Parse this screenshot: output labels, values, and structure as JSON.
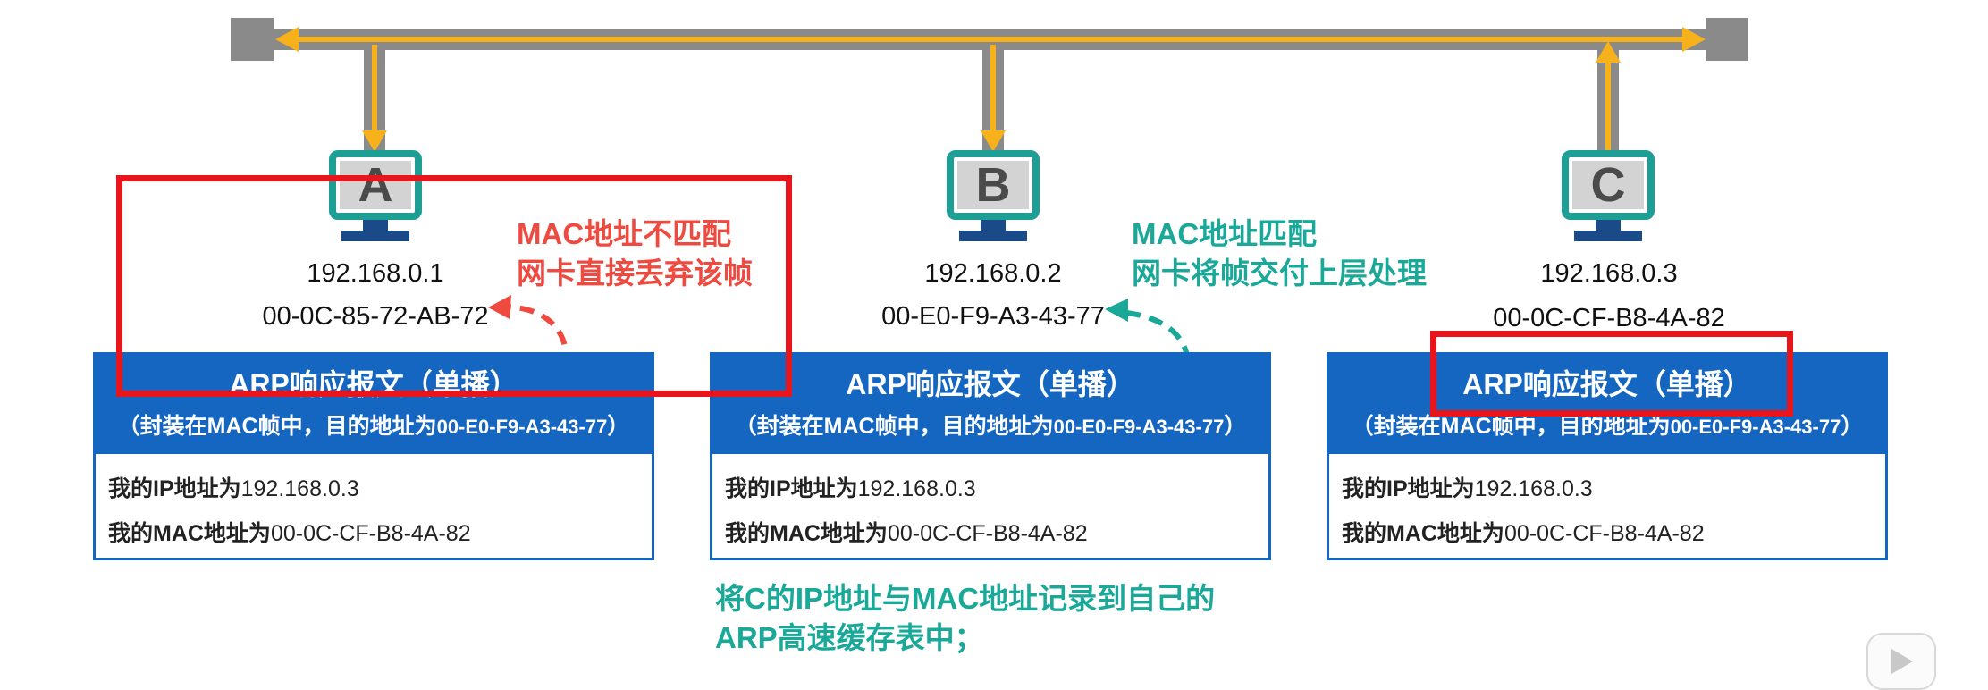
{
  "colors": {
    "bus": "#8a8a8a",
    "signal": "#f7b21b",
    "box_blue": "#1566c0",
    "highlight_red": "#e8151d",
    "reject_red": "#ee4a40",
    "accept_teal": "#1aa898"
  },
  "hosts": [
    {
      "letter": "A",
      "ip": "192.168.0.1",
      "mac": "00-0C-85-72-AB-72"
    },
    {
      "letter": "B",
      "ip": "192.168.0.2",
      "mac": "00-E0-F9-A3-43-77"
    },
    {
      "letter": "C",
      "ip": "192.168.0.3",
      "mac": "00-0C-CF-B8-4A-82"
    }
  ],
  "notes": {
    "a_line1": "MAC地址不匹配",
    "a_line2": "网卡直接丢弃该帧",
    "b_line1": "MAC地址匹配",
    "b_line2": "网卡将帧交付上层处理",
    "bottom_line1": "将C的IP地址与MAC地址记录到自己的",
    "bottom_line2": "ARP高速缓存表中；"
  },
  "arp_box": {
    "title": "ARP响应报文（单播）",
    "subtitle_prefix": "（封装在MAC帧中，目的地址为",
    "subtitle_addr": "00-E0-F9-A3-43-77",
    "subtitle_suffix": "）",
    "ip_label": "我的IP地址为",
    "ip_value": "192.168.0.3",
    "mac_label": "我的MAC地址为",
    "mac_value": "00-0C-CF-B8-4A-82"
  },
  "icons": {
    "monitor": "monitor-icon",
    "play": "play-icon"
  }
}
